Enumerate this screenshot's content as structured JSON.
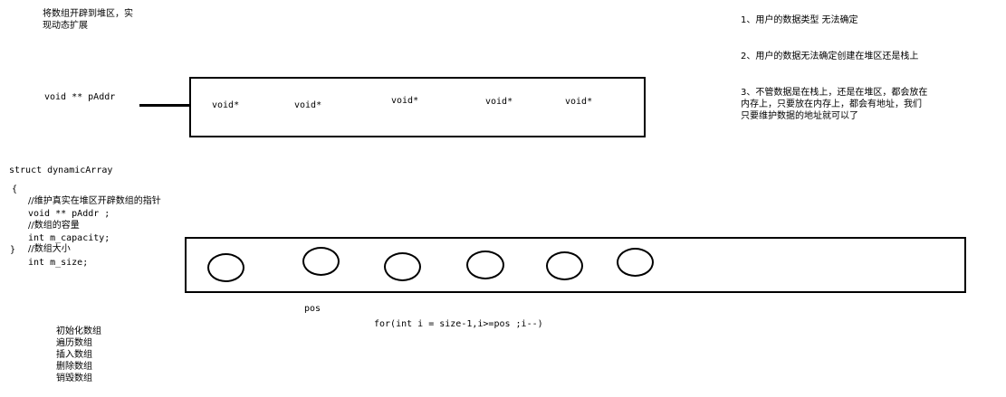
{
  "note_top_left": {
    "line1": "将数组开辟到堆区，实",
    "line2": "现动态扩展"
  },
  "notes_right": [
    "1、用户的数据类型 无法确定",
    "2、用户的数据无法确定创建在堆区还是栈上",
    "3、不管数据是在栈上，还是在堆区，都会放在",
    "内存上，只要放在内存上，都会有地址，我们",
    "只要维护数据的地址就可以了"
  ],
  "pointer_label": "void ** pAddr",
  "heap_slots": [
    "void*",
    "void*",
    "void*",
    "void*",
    "void*"
  ],
  "struct_code": {
    "line1": "struct dynamicArray",
    "line2": "{",
    "line3": "//维护真实在堆区开辟数组的指针",
    "line4": "void ** pAddr ;",
    "line5": "//数组的容量",
    "line6": "int m_capacity;",
    "line7": "}",
    "line8": "//数组大小",
    "line9": "int m_size;"
  },
  "pos_label": "pos",
  "loop_code": "for(int i = size-1,i>=pos ;i--)",
  "operations": [
    "初始化数组",
    "遍历数组",
    "插入数组",
    "删除数组",
    "销毁数组"
  ]
}
